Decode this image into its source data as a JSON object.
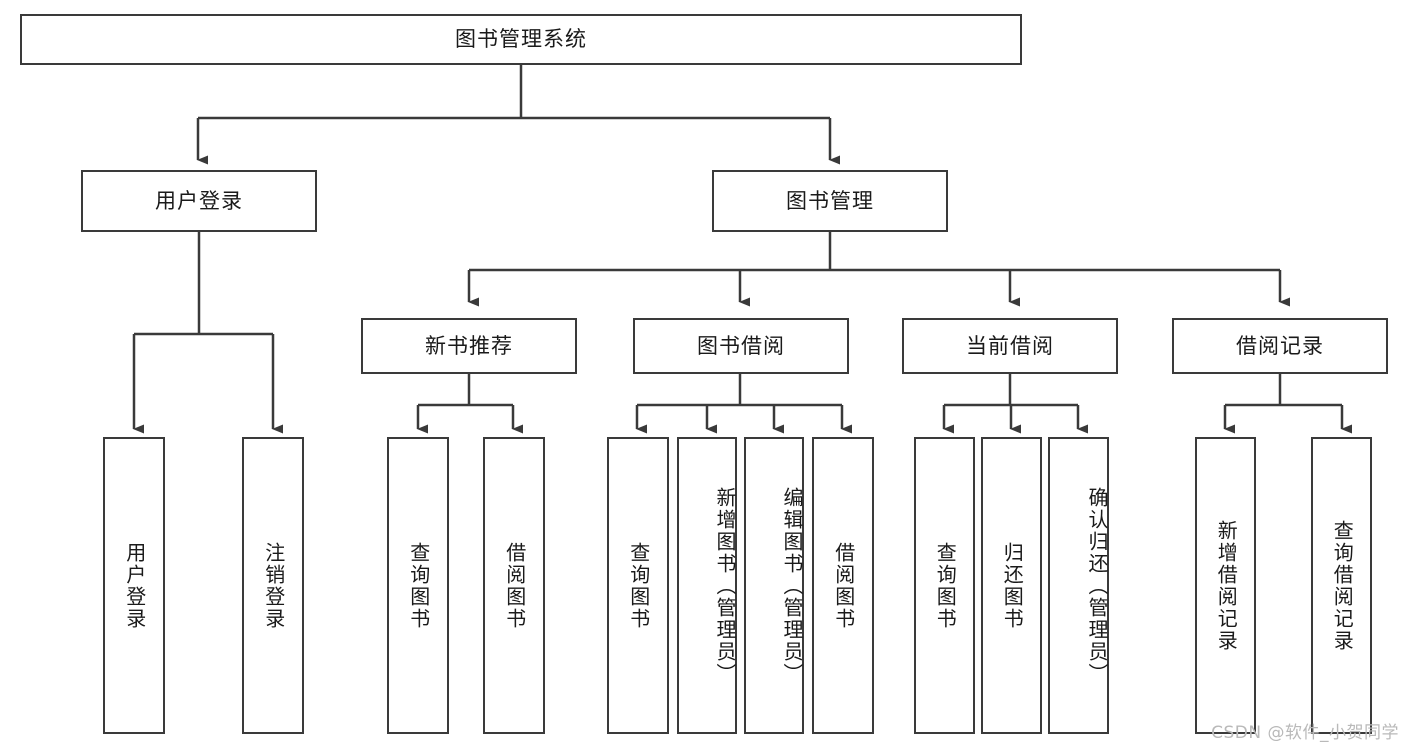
{
  "diagram": {
    "type": "tree",
    "title": "图书管理系统",
    "watermark": "CSDN @软件_小贺同学",
    "colors": {
      "box_border": "#3a3a3a",
      "box_fill": "#ffffff",
      "edge": "#3a3a3a",
      "text": "#1a1a1a",
      "watermark": "#b9b9b9",
      "background": "#ffffff"
    },
    "root": {
      "label": "图书管理系统"
    },
    "level1": [
      {
        "label": "用户登录"
      },
      {
        "label": "图书管理"
      }
    ],
    "level2": [
      {
        "label": "新书推荐"
      },
      {
        "label": "图书借阅"
      },
      {
        "label": "当前借阅"
      },
      {
        "label": "借阅记录"
      }
    ],
    "leaves": {
      "user_login": [
        {
          "label": "用户登录"
        },
        {
          "label": "注销登录"
        }
      ],
      "new_book_recommend": [
        {
          "label": "查询图书"
        },
        {
          "label": "借阅图书"
        }
      ],
      "book_borrow": [
        {
          "label": "查询图书"
        },
        {
          "label": "新增图书（管理员）"
        },
        {
          "label": "编辑图书（管理员）"
        },
        {
          "label": "借阅图书"
        }
      ],
      "current_borrow": [
        {
          "label": "查询图书"
        },
        {
          "label": "归还图书"
        },
        {
          "label": "确认归还（管理员）"
        }
      ],
      "borrow_record": [
        {
          "label": "新增借阅记录"
        },
        {
          "label": "查询借阅记录"
        }
      ]
    }
  }
}
